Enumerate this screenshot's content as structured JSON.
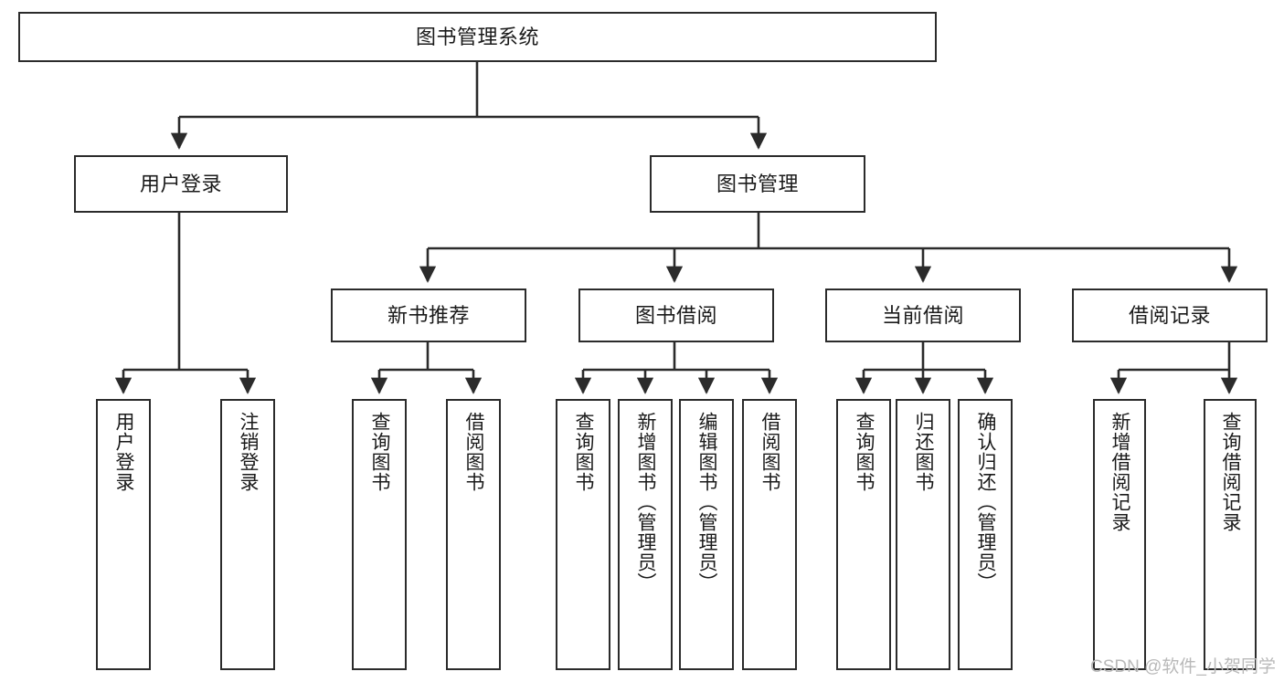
{
  "diagram": {
    "title": "图书管理系统",
    "type": "tree-hierarchy",
    "orientation": "top-down",
    "colors": {
      "node_border": "#2b2b2b",
      "node_fill": "#ffffff",
      "edge": "#2b2b2b",
      "text": "#1a1a1a",
      "watermark": "#b9b9b9",
      "background": "#ffffff"
    },
    "watermark": "CSDN @软件_小贺同学",
    "levels": {
      "root": {
        "label": "图书管理系统"
      },
      "level1": [
        {
          "label": "用户登录"
        },
        {
          "label": "图书管理"
        }
      ],
      "level2": [
        {
          "label": "新书推荐"
        },
        {
          "label": "图书借阅"
        },
        {
          "label": "当前借阅"
        },
        {
          "label": "借阅记录"
        }
      ],
      "leaves": {
        "user_login": [
          {
            "label": "用户登录"
          },
          {
            "label": "注销登录"
          }
        ],
        "new_book_recommend": [
          {
            "label": "查询图书"
          },
          {
            "label": "借阅图书"
          }
        ],
        "book_borrow": [
          {
            "label": "查询图书"
          },
          {
            "label": "新增图书（管理员）"
          },
          {
            "label": "编辑图书（管理员）"
          },
          {
            "label": "借阅图书"
          }
        ],
        "current_borrow": [
          {
            "label": "查询图书"
          },
          {
            "label": "归还图书"
          },
          {
            "label": "确认归还（管理员）"
          }
        ],
        "borrow_record": [
          {
            "label": "新增借阅记录"
          },
          {
            "label": "查询借阅记录"
          }
        ]
      }
    }
  }
}
